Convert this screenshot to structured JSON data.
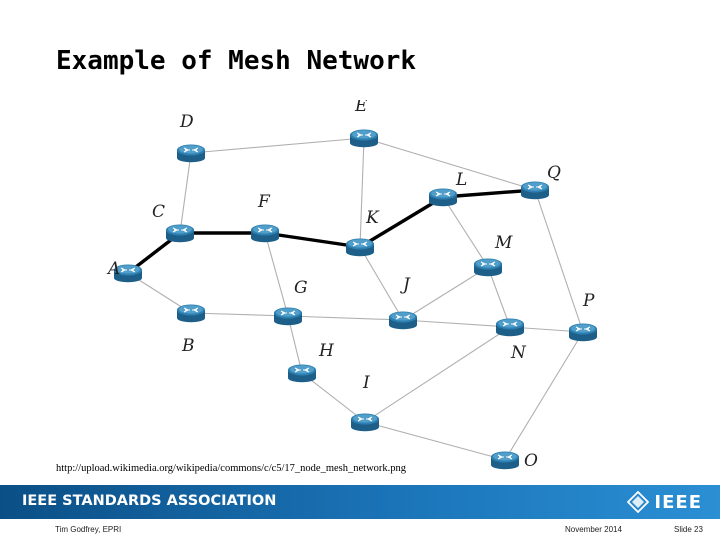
{
  "slide": {
    "title": "Example of Mesh Network",
    "source_url": "http://upload.wikimedia.org/wikipedia/commons/c/c5/17_node_mesh_network.png"
  },
  "network": {
    "nodes": [
      {
        "id": "A",
        "label": "A"
      },
      {
        "id": "B",
        "label": "B"
      },
      {
        "id": "C",
        "label": "C"
      },
      {
        "id": "D",
        "label": "D"
      },
      {
        "id": "E",
        "label": "E"
      },
      {
        "id": "F",
        "label": "F"
      },
      {
        "id": "G",
        "label": "G"
      },
      {
        "id": "H",
        "label": "H"
      },
      {
        "id": "I",
        "label": "I"
      },
      {
        "id": "J",
        "label": "J"
      },
      {
        "id": "K",
        "label": "K"
      },
      {
        "id": "L",
        "label": "L"
      },
      {
        "id": "M",
        "label": "M"
      },
      {
        "id": "N",
        "label": "N"
      },
      {
        "id": "O",
        "label": "O"
      },
      {
        "id": "P",
        "label": "P"
      },
      {
        "id": "Q",
        "label": "Q"
      }
    ],
    "links": [
      [
        "D",
        "C"
      ],
      [
        "D",
        "E"
      ],
      [
        "E",
        "K"
      ],
      [
        "E",
        "Q"
      ],
      [
        "A",
        "B"
      ],
      [
        "B",
        "G"
      ],
      [
        "F",
        "G"
      ],
      [
        "G",
        "J"
      ],
      [
        "G",
        "H"
      ],
      [
        "K",
        "J"
      ],
      [
        "L",
        "M"
      ],
      [
        "M",
        "J"
      ],
      [
        "M",
        "N"
      ],
      [
        "J",
        "N"
      ],
      [
        "N",
        "P"
      ],
      [
        "Q",
        "P"
      ],
      [
        "P",
        "O"
      ],
      [
        "H",
        "I"
      ],
      [
        "I",
        "O"
      ],
      [
        "I",
        "N"
      ]
    ],
    "highlighted_path": [
      "A",
      "C",
      "F",
      "K",
      "L",
      "Q"
    ],
    "colors": {
      "link": "#b0b0b0",
      "highlight": "#000000",
      "router_top": "#5aa6cf",
      "router_body": "#2c7fb0",
      "router_side": "#1d5f88",
      "router_arrows": "#ffffff",
      "label": "#222222"
    }
  },
  "footer": {
    "banner_text": "IEEE STANDARDS ASSOCIATION",
    "logo_text": "IEEE",
    "author": "Tim Godfrey, EPRI",
    "date": "November 2014",
    "slide_number": "Slide 23",
    "band_color": "#1461a3"
  }
}
